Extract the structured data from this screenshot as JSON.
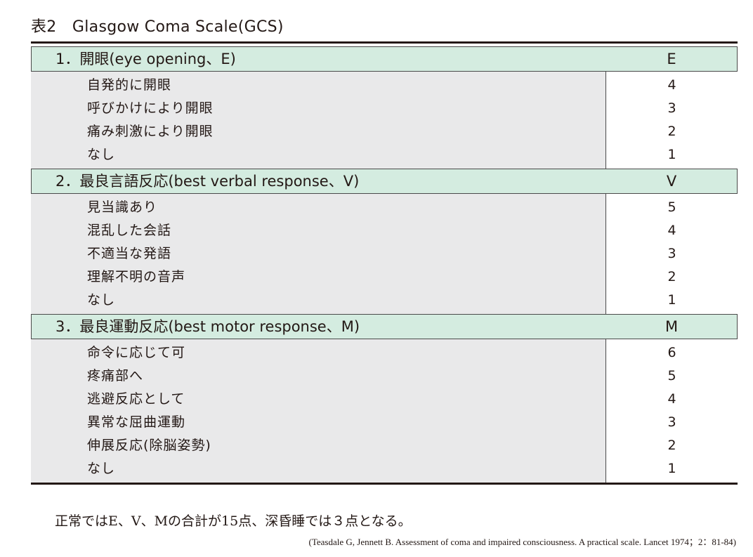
{
  "title": "表2　Glasgow Coma Scale(GCS)",
  "sections": [
    {
      "heading": "1．開眼(eye opening、E)",
      "code": "E",
      "items": [
        {
          "label": "自発的に開眼",
          "score": "4"
        },
        {
          "label": "呼びかけにより開眼",
          "score": "3"
        },
        {
          "label": "痛み刺激により開眼",
          "score": "2"
        },
        {
          "label": "なし",
          "score": "1"
        }
      ]
    },
    {
      "heading": "2．最良言語反応(best verbal response、V)",
      "code": "V",
      "items": [
        {
          "label": "見当識あり",
          "score": "5"
        },
        {
          "label": "混乱した会話",
          "score": "4"
        },
        {
          "label": "不適当な発語",
          "score": "3"
        },
        {
          "label": "理解不明の音声",
          "score": "2"
        },
        {
          "label": "なし",
          "score": "1"
        }
      ]
    },
    {
      "heading": "3．最良運動反応(best motor response、M)",
      "code": "M",
      "items": [
        {
          "label": "命令に応じて可",
          "score": "6"
        },
        {
          "label": "疼痛部へ",
          "score": "5"
        },
        {
          "label": "逃避反応として",
          "score": "4"
        },
        {
          "label": "異常な屈曲運動",
          "score": "3"
        },
        {
          "label": "伸展反応(除脳姿勢)",
          "score": "2"
        },
        {
          "label": "なし",
          "score": "1"
        }
      ]
    }
  ],
  "note": "正常ではE、V、Mの合計が15点、深昏睡では３点となる。",
  "citation": "(Teasdale G, Jennett B. Assessment of coma and impaired consciousness. A practical scale. Lancet 1974；2：81-84)"
}
